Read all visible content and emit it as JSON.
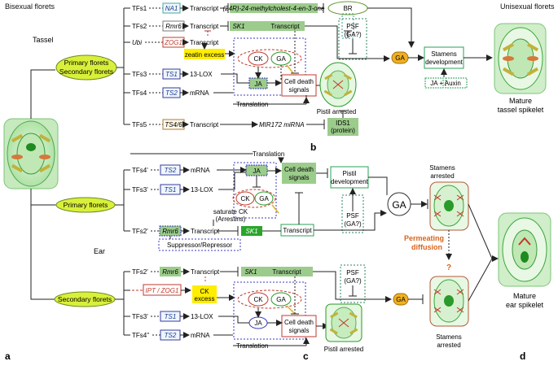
{
  "headers": {
    "bisexual": "Bisexual florets",
    "unisexual": "Unisexual florets"
  },
  "organs": {
    "tassel": "Tassel",
    "ear": "Ear"
  },
  "tassel_node": {
    "line1": "Primary florets",
    "line2": "Secondary florets"
  },
  "ear_primary": "Primary florets",
  "ear_secondary": "Secondary florets",
  "panel_labels": {
    "a": "a",
    "b": "b",
    "c": "c",
    "d": "d"
  },
  "tassel_rows": [
    {
      "tf": "TFs1",
      "gene": "NA1",
      "product": "Transcript"
    },
    {
      "tf": "TFs2",
      "gene": "Rmr6",
      "product": "Transcript"
    },
    {
      "tf": "Ubi",
      "gene": "ZOG1",
      "product": "Transcript"
    },
    {
      "tf": "TFs3",
      "gene": "TS1",
      "product": "13-LOX"
    },
    {
      "tf": "TFs4",
      "gene": "TS2",
      "product": "mRNA"
    },
    {
      "tf": "TFs5",
      "gene": "TS4/6",
      "product": "Transcript"
    }
  ],
  "ear_primary_rows": [
    {
      "tf": "TFs4'",
      "gene": "TS2",
      "product": "mRNA"
    },
    {
      "tf": "TFs3'",
      "gene": "TS1",
      "product": "13-LOX"
    },
    {
      "tf": "TFs2'",
      "gene": "Rmr6",
      "product": "Transcript"
    }
  ],
  "ear_secondary_rows": [
    {
      "tf": "TFs2'",
      "gene": "Rmr6",
      "product": "Transcript"
    },
    {
      "tf": "",
      "gene": "IPT / ZOG1",
      "product": ""
    },
    {
      "tf": "TFs3'",
      "gene": "TS1",
      "product": "13-LOX"
    },
    {
      "tf": "TFs4''",
      "gene": "TS2",
      "product": "mRNA"
    }
  ],
  "tassel_path": {
    "brassino": "(24R)-24-methylcholest-4-en-3-one",
    "br": "BR",
    "sk1": "SK1",
    "transcript": "Transcript",
    "zeatin": "zeatin excess",
    "ck": "CK",
    "ga": "GA",
    "ja": "JA",
    "psf": "PSF",
    "psf_ga": "(GA?)",
    "cell_death_1": "Cell death",
    "cell_death_2": "signals",
    "stamens_1": "Stamens",
    "stamens_2": "development",
    "ja_auxin": "JA + Auxin",
    "translation": "Translation",
    "pistil_arrested": "Pistil arrested",
    "mir172": "MIR172 miRNA",
    "ids1_1": "IDS1",
    "ids1_2": "(protein)",
    "mature_1": "Mature",
    "mature_2": "tassel spikelet"
  },
  "ear_path": {
    "translation": "Translation",
    "ja": "JA",
    "ck": "CK",
    "ga": "GA",
    "saturate_1": "saturate CK",
    "saturate_2": "(Arrestins)",
    "sk1": "SK1",
    "transcript": "Transcript",
    "suppressor": "Suppressor/Repressor",
    "cell_death_1": "Cell death",
    "cell_death_2": "signals",
    "pistil_1": "Pistil",
    "pistil_2": "development",
    "psf": "PSF",
    "psf_ga": "(GA?)",
    "big_ga": "GA",
    "stamens_arrested_1": "Stamens",
    "stamens_arrested_2": "arrested",
    "permeating_1": "Permeating",
    "permeating_2": "diffusion",
    "question": "?",
    "ck_excess_1": "CK",
    "ck_excess_2": "excess",
    "pistil_arrested": "Pistil arrested",
    "mature_1": "Mature",
    "mature_2": "ear spikelet"
  },
  "colors": {
    "node_fill": "#d9f03a",
    "green_box": "#9ccc8c",
    "red": "#d23a2a",
    "blue": "#3a3a9c",
    "ga_fill": "#f0b020",
    "yellow": "#ffee00",
    "permeating": "#d8641e"
  }
}
